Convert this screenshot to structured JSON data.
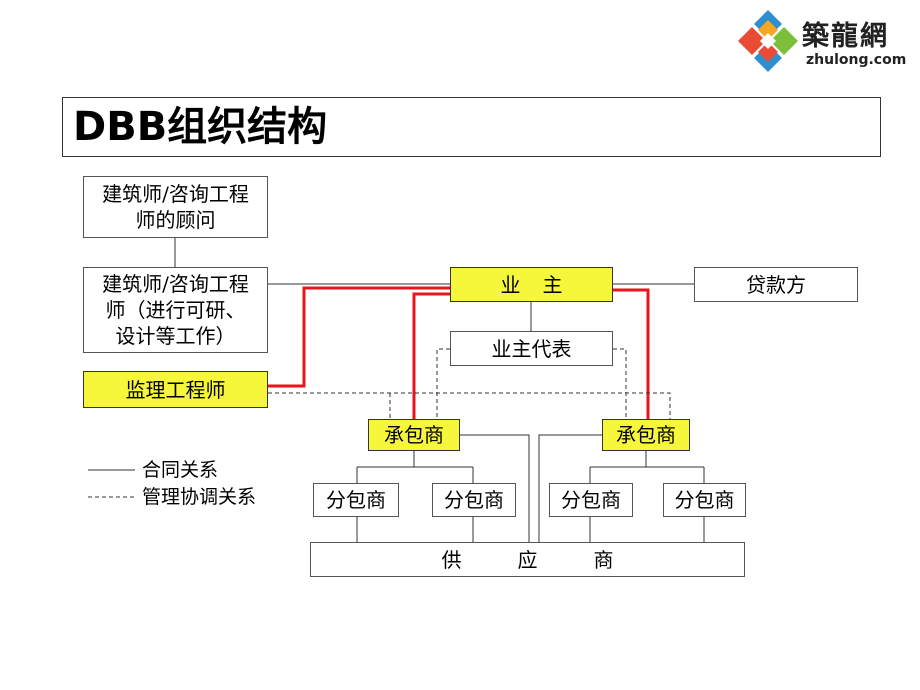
{
  "logo": {
    "chinese": "築龍網",
    "english": "zhulong.com",
    "colors": [
      "#2e8fd0",
      "#e94b35",
      "#f5a623",
      "#7bbf3a"
    ]
  },
  "title": "DBB组织结构",
  "nodes": {
    "architect_advisor": "建筑师/咨询工程\n师的顾问",
    "architect_consult": "建筑师/咨询工程\n师（进行可研、\n设计等工作）",
    "supervisor": "监理工程师",
    "owner": "业主",
    "lender": "贷款方",
    "owner_rep": "业主代表",
    "contractor_left": "承包商",
    "contractor_right": "承包商",
    "sub1": "分包商",
    "sub2": "分包商",
    "sub3": "分包商",
    "sub4": "分包商",
    "supplier": "供应商"
  },
  "legend": {
    "contract": "合同关系",
    "coordination": "管理协调关系"
  },
  "colors": {
    "highlight_fill": "#f6f63a",
    "contract_highlight_line": "#e8141c",
    "line": "#333333"
  }
}
